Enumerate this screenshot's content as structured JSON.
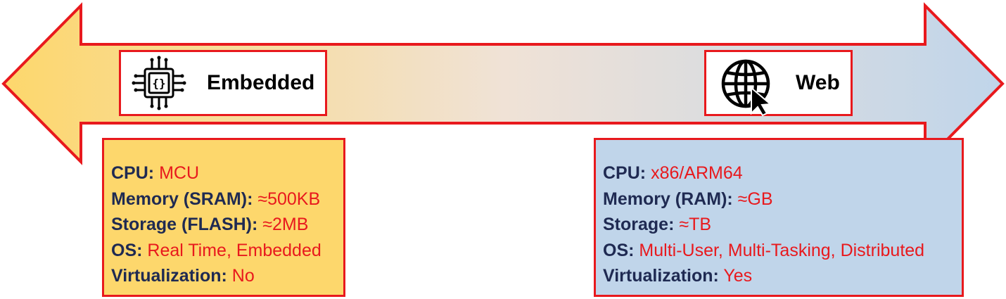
{
  "colors": {
    "border": "#e8191d",
    "gradient_left": "#fdd76c",
    "gradient_right": "#c0d5ea",
    "key_text": "#1f2a52",
    "value_text": "#e8191d"
  },
  "left_end": {
    "label": "Embedded",
    "icon": "chip-icon",
    "specs": [
      {
        "key": "CPU:",
        "value": "MCU"
      },
      {
        "key": "Memory (SRAM):",
        "value": "≈500KB"
      },
      {
        "key": "Storage (FLASH):",
        "value": "≈2MB"
      },
      {
        "key": "OS:",
        "value": "Real Time, Embedded"
      },
      {
        "key": "Virtualization:",
        "value": "No"
      }
    ]
  },
  "right_end": {
    "label": "Web",
    "icon": "globe-cursor-icon",
    "specs": [
      {
        "key": "CPU:",
        "value": "x86/ARM64"
      },
      {
        "key": "Memory (RAM):",
        "value": "≈GB"
      },
      {
        "key": "Storage:",
        "value": "≈TB"
      },
      {
        "key": "OS:",
        "value": "Multi-User, Multi-Tasking, Distributed"
      },
      {
        "key": "Virtualization:",
        "value": "Yes"
      }
    ]
  }
}
